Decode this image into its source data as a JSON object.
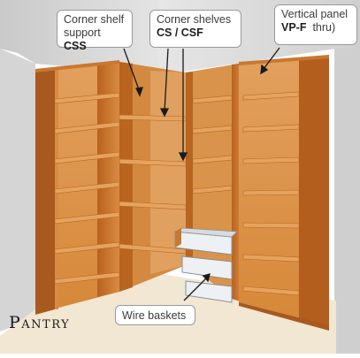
{
  "callouts": {
    "css": {
      "line1": "Corner shelf",
      "line2_plain": "support",
      "line2_bold": "CSS"
    },
    "csf": {
      "line1": "Corner shelves",
      "line2_bold": "CS / CSF"
    },
    "vpf": {
      "line1": "Vertical panel",
      "line2_bold": "VP-F",
      "line2_plain": "thru)"
    },
    "baskets": {
      "label": "Wire baskets"
    }
  },
  "title": "Pantry",
  "colors": {
    "wood_light": "#d98b42",
    "wood_mid": "#c9782f",
    "wood_dark": "#a9581e",
    "wall": "#dedede",
    "floor": "#f0e6d2"
  }
}
